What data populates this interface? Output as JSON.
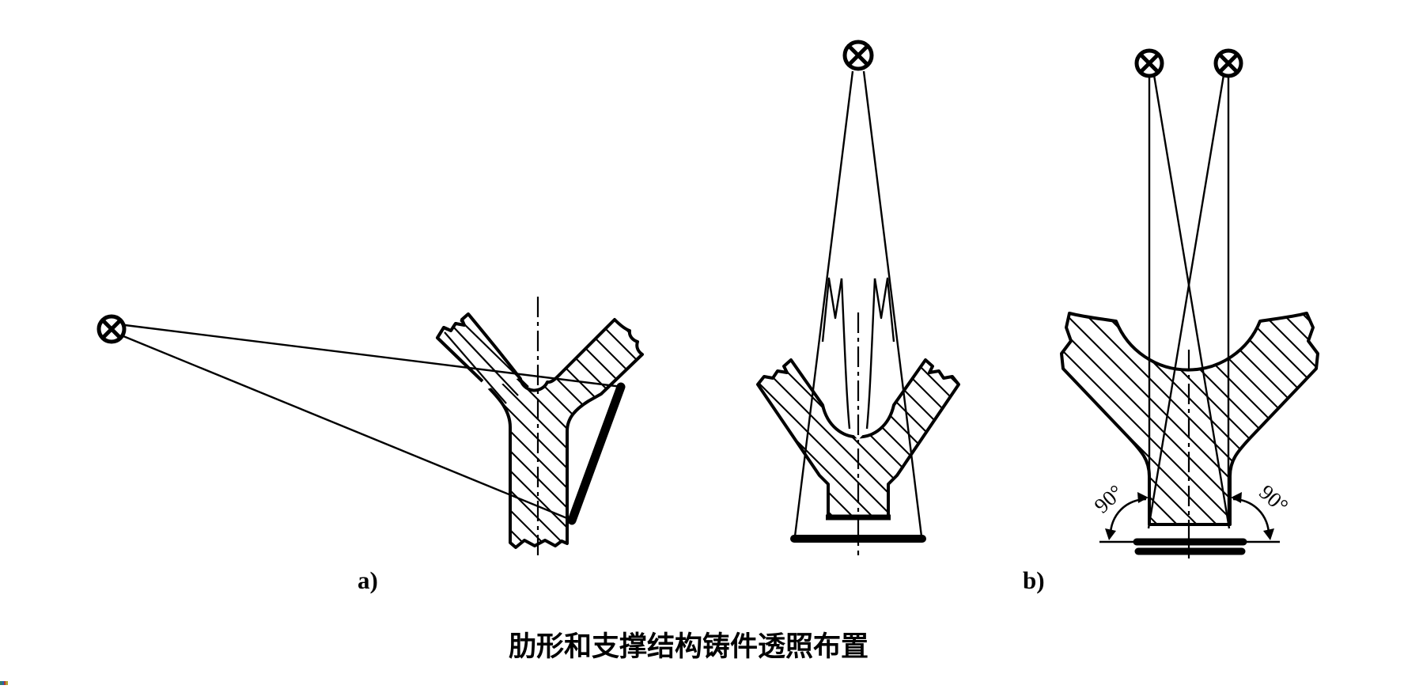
{
  "figure": {
    "caption": "肋形和支撑结构铸件透照布置",
    "label_a": "a)",
    "label_b": "b)",
    "angle_left": "90°",
    "angle_right": "90°",
    "colors": {
      "line": "#000000",
      "background": "#ffffff"
    },
    "icons": {
      "xray_source": "circle-with-diagonal-cross",
      "film": "thick-black-bar",
      "centerline": "dash-dot-line",
      "section_hatch": "45deg-diagonal-lines"
    }
  }
}
